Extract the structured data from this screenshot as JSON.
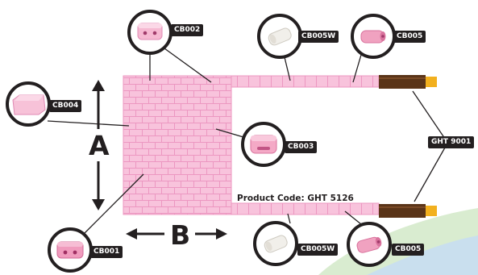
{
  "labels": {
    "cb002_top": "CB002",
    "cb005w_top": "CB005W",
    "cb005_top": "CB005",
    "cb004": "CB004",
    "cb003": "CB003",
    "cb001": "CB001",
    "ght9001": "GHT 9001",
    "cb005w_bottom": "CB005W",
    "cb005_bottom": "CB005"
  },
  "dimensions": {
    "height_letter": "A",
    "width_letter": "B"
  },
  "product_code": "Product Code: GHT 5126",
  "colors": {
    "mat": "#f8c3dc",
    "mat_lines": "#ec97c1",
    "ring": "#231f20",
    "connector": "#5a3418",
    "plug_tip": "#f2b01e",
    "swoosh_green": "#d9ecd0",
    "swoosh_blue": "#c9dfee"
  }
}
